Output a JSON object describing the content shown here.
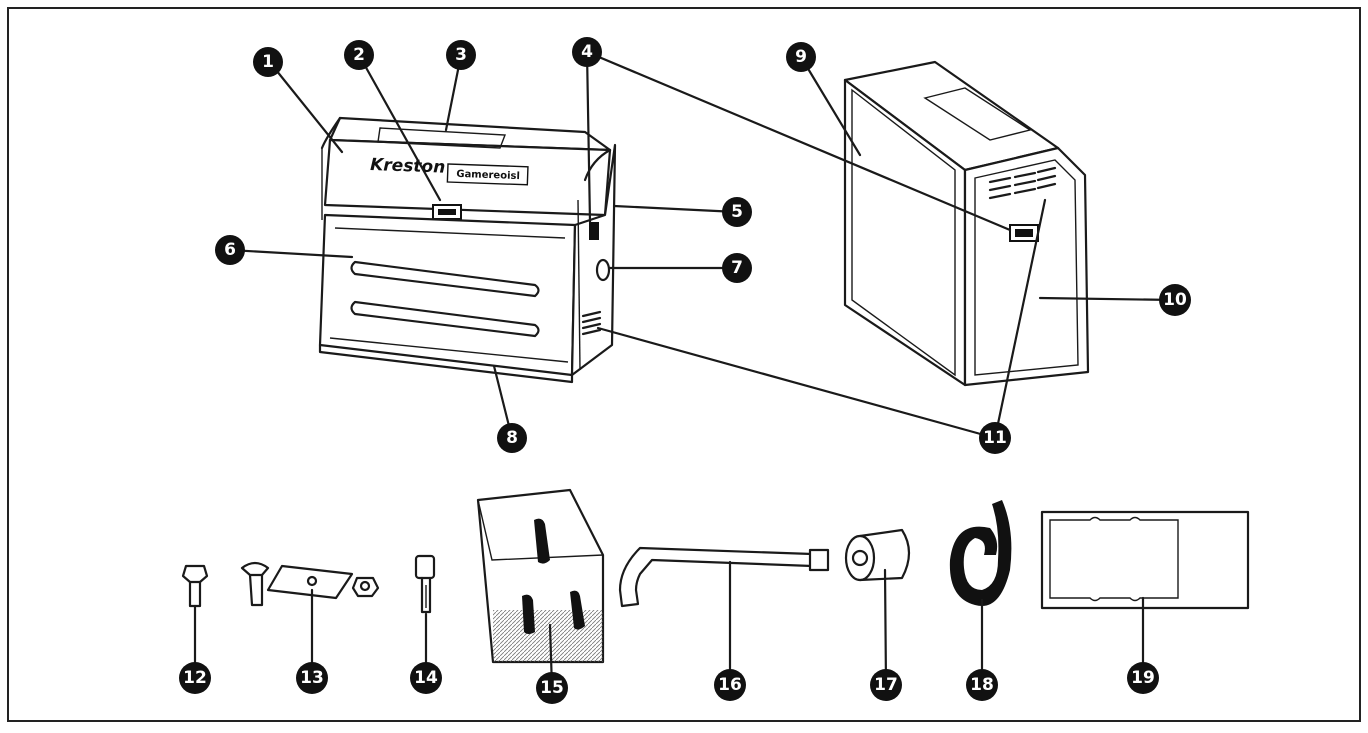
{
  "brand": {
    "logo_text": "Kreston",
    "plate_text": "Gamereoisl"
  },
  "callouts": [
    "1",
    "2",
    "3",
    "4",
    "5",
    "6",
    "7",
    "8",
    "9",
    "10",
    "11",
    "12",
    "13",
    "14",
    "15",
    "16",
    "17",
    "18",
    "19"
  ],
  "colors": {
    "line": "#1a1a1a",
    "badge": "#111111",
    "background": "#ffffff"
  }
}
